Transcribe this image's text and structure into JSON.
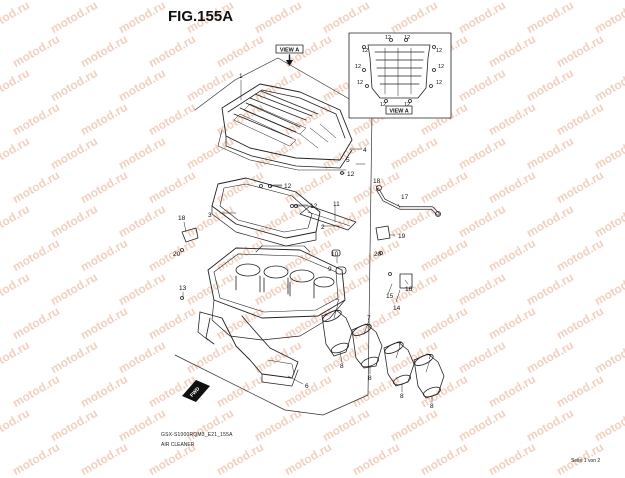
{
  "figure": {
    "title": "FIG.155A",
    "model_code": "GSX-S1000RQM3_E21_155A",
    "part_name": "AIR CLEANER",
    "page_number": "Seite 1 von 2"
  },
  "views": {
    "main_label": "VIEW A",
    "inset_label": "VIEW A"
  },
  "front_marker": "FWD",
  "watermark_text": "motod.ru",
  "callouts": {
    "c1": "1",
    "c2": "2",
    "c3": "3",
    "c4": "4",
    "c5": "5",
    "c6": "6",
    "c7a": "7",
    "c7b": "7",
    "c7c": "7",
    "c7d": "7",
    "c8a": "8",
    "c8b": "8",
    "c8c": "8",
    "c8d": "8",
    "c9": "9",
    "c10": "10",
    "c11": "11",
    "c12a": "12",
    "c12b": "12",
    "c12c": "12",
    "c13": "13",
    "c14": "14",
    "c15": "15",
    "c16": "16",
    "c17": "17",
    "c18": "18",
    "c19": "19",
    "c20a": "20",
    "c20b": "20",
    "i12a": "12",
    "i12b": "12",
    "i12c": "12",
    "i12d": "12",
    "i12e": "12",
    "i12f": "12",
    "i12g": "12",
    "i12h": "12",
    "i12i": "12",
    "i12j": "12"
  },
  "colors": {
    "line": "#222222",
    "watermark": "#f0c8b4"
  }
}
